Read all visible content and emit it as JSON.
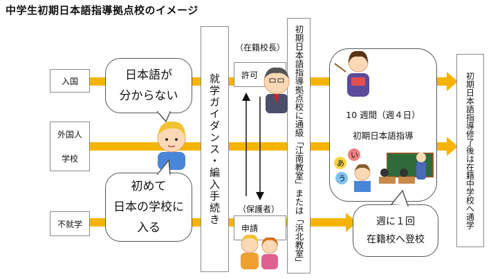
{
  "title": "中学生初期日本語指導拠点校のイメージ",
  "left_entries": [
    {
      "lines": [
        "入国"
      ]
    },
    {
      "lines": [
        "外国人",
        "学校"
      ]
    },
    {
      "lines": [
        "不就学"
      ]
    }
  ],
  "bubble_top": {
    "lines": [
      "日本語が",
      "分からない"
    ]
  },
  "bubble_bottom": {
    "lines": [
      "初めて",
      "日本の学校に",
      "入る"
    ]
  },
  "guidance_column": "就学ガイダンス・編入手続き",
  "principal_caption": "（在籍校長）",
  "permission_label": "許可",
  "guardian_caption": "（保護者）",
  "application_label": "申請",
  "attend_column": "初期日本語指導拠点校に通級「江南教室」または「浜北教室」",
  "instruction_panel": {
    "period": "10 週間（週４日）",
    "name": "初期日本語指導"
  },
  "kana_letters": [
    "あ",
    "い",
    "う"
  ],
  "weekly_bubble": {
    "lines": [
      "週に１回",
      "在籍校へ登校"
    ]
  },
  "result_column": "初期日本語指導修了後は在籍中学校へ通学",
  "colors": {
    "arrow": "#f5b400",
    "border": "#888888",
    "bubble_border": "#555555"
  }
}
